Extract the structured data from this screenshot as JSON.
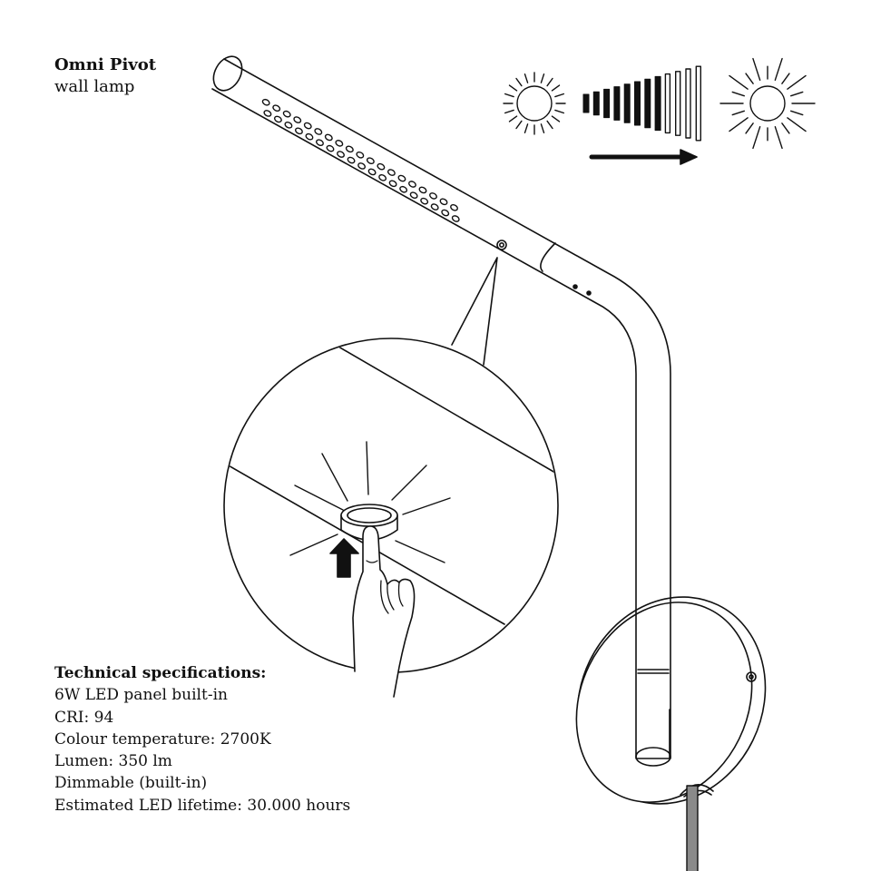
{
  "product": {
    "name": "Omni Pivot",
    "type": "wall lamp"
  },
  "specs": {
    "heading": "Technical specifications:",
    "lines": [
      "6W LED panel built-in",
      "CRI: 94",
      "Colour temperature: 2700K",
      "Lumen: 350 lm",
      "Dimmable (built-in)",
      "Estimated LED lifetime: 30.000 hours"
    ]
  },
  "icons": {
    "dim": "sun-dim-icon",
    "bright": "sun-bright-icon",
    "scale": "dimming-scale-icon",
    "direction": "arrow-right-icon",
    "press": "arrow-up-icon",
    "hand": "hand-icon"
  },
  "colors": {
    "line": "#111111",
    "cable": "#8a8a8a"
  }
}
